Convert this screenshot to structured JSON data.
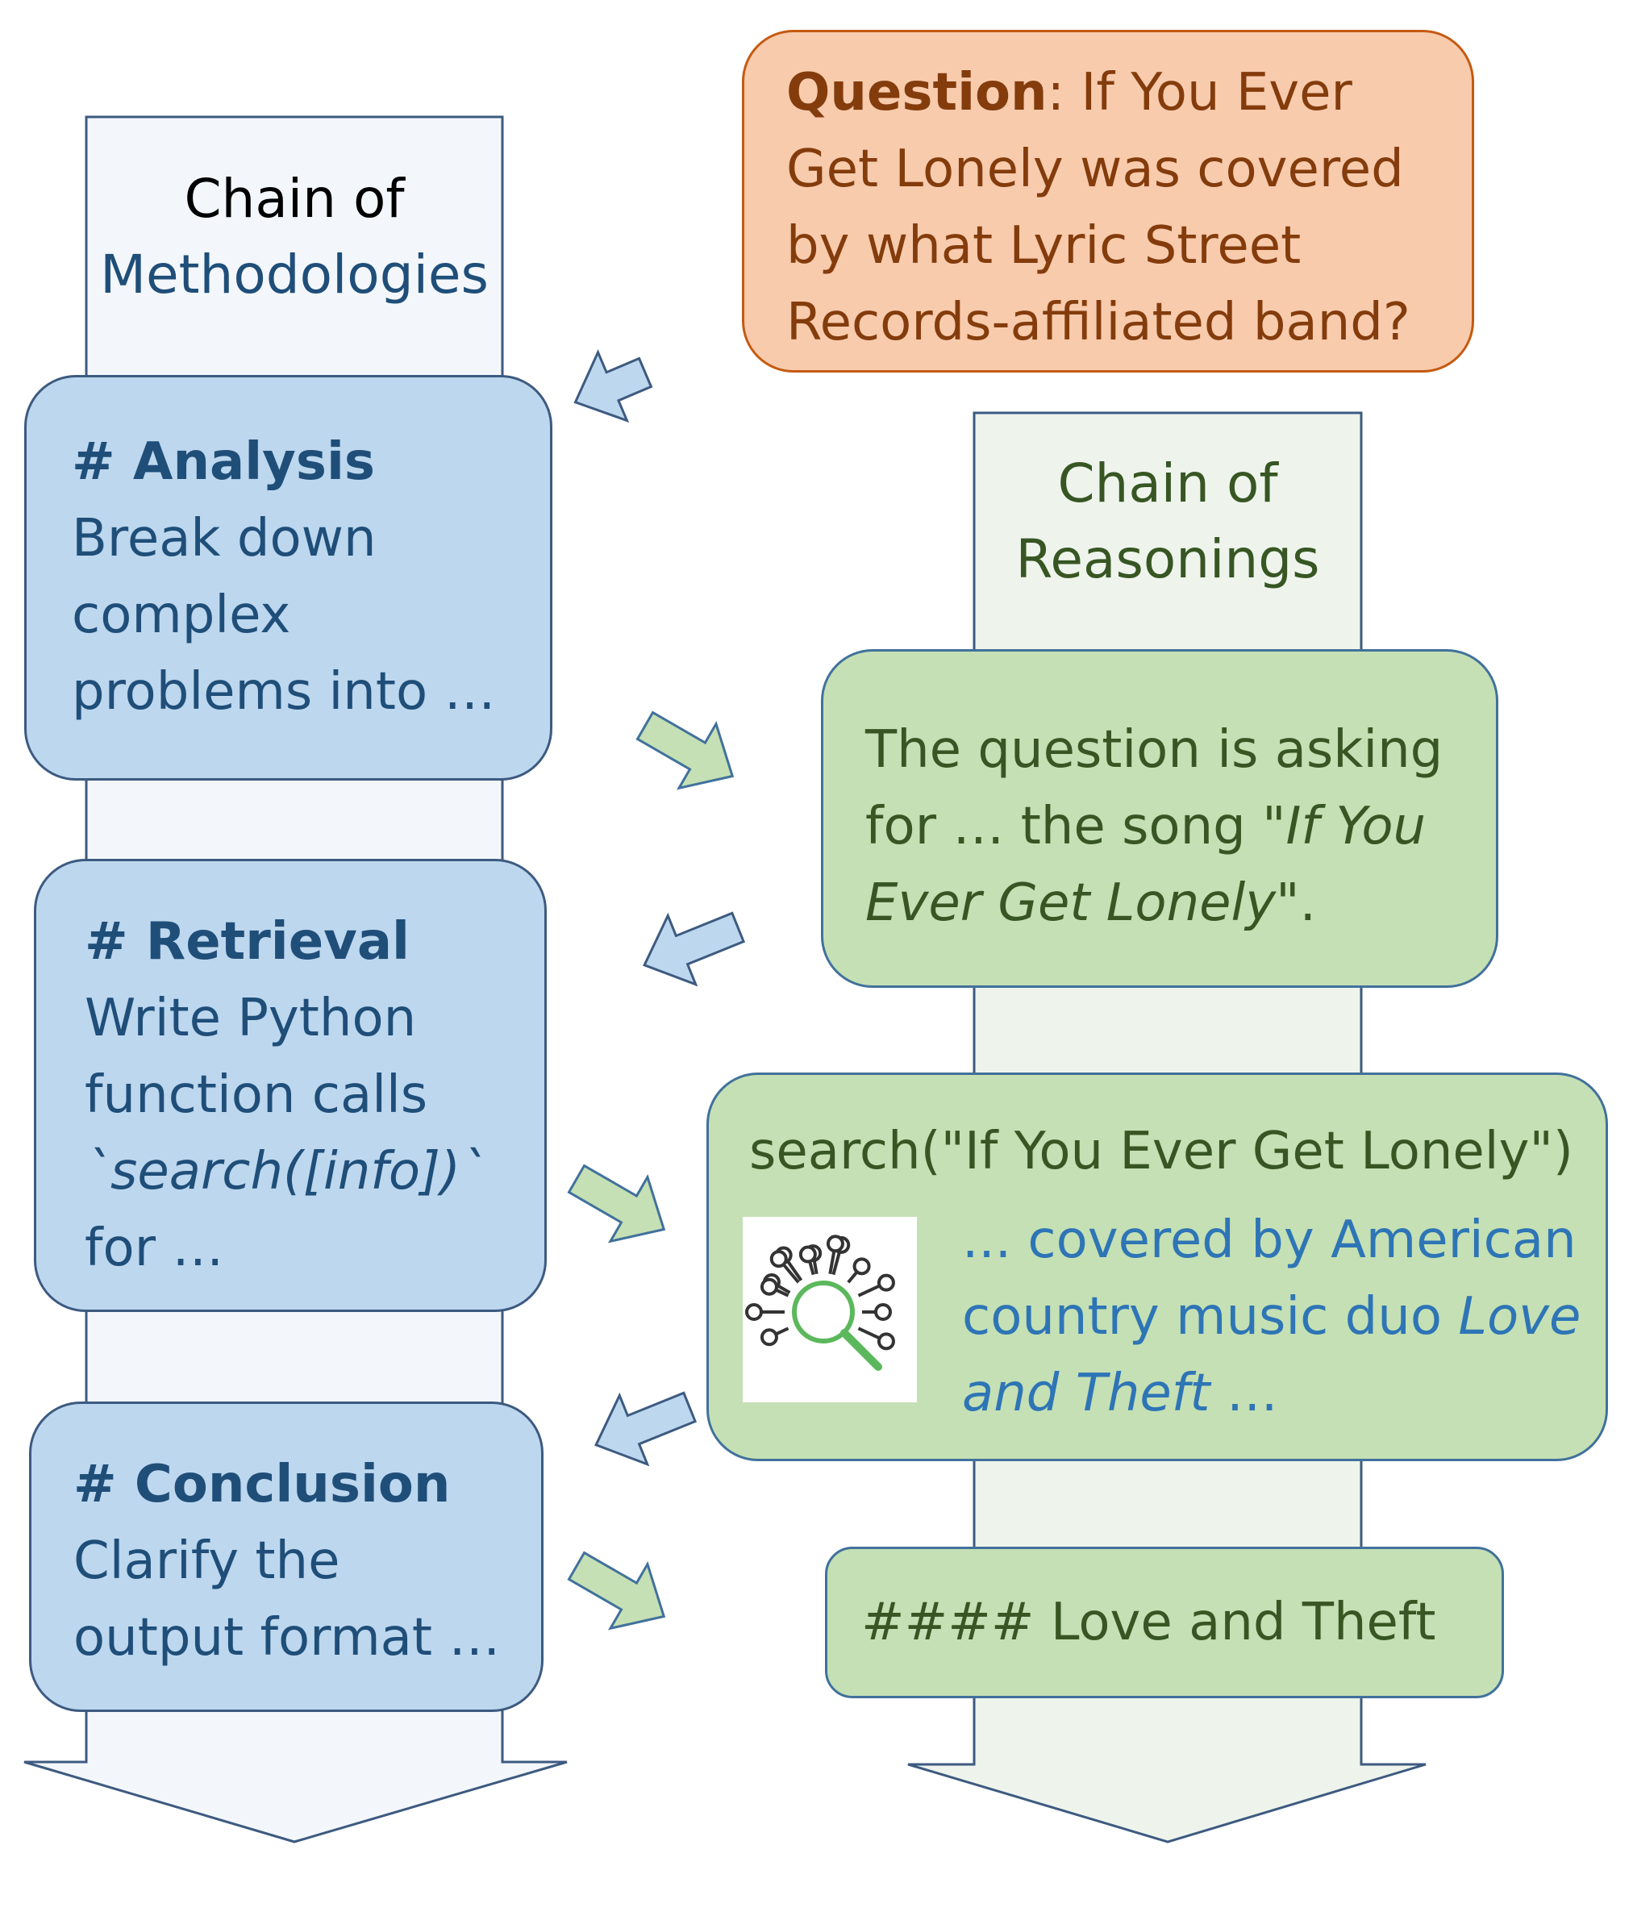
{
  "question": {
    "label": "Question",
    "text": ": If You Ever Get Lonely was covered by what Lyric Street Records-affiliated band?"
  },
  "methodologies": {
    "title_line1": "Chain of",
    "title_line2": "Methodologies",
    "steps": [
      {
        "heading": "# Analysis",
        "body": "Break down complex problems into …"
      },
      {
        "heading": "# Retrieval",
        "body_pre": "Write Python function calls ",
        "body_code": "`search([info])`",
        "body_post": " for …"
      },
      {
        "heading": "# Conclusion",
        "body": "Clarify the output format …"
      }
    ]
  },
  "reasonings": {
    "title_line1": "Chain of",
    "title_line2": "Reasonings",
    "step1": {
      "pre": "The question is asking for … the song \"",
      "song": "If You Ever Get Lonely",
      "post": "\"."
    },
    "step2": {
      "call": "search(\"If You Ever Get Lonely\")",
      "result_pre": "... covered by American country music duo ",
      "result_band": "Love and Theft",
      "result_post": " …"
    },
    "step3": {
      "answer": "#### Love and Theft"
    }
  },
  "icon": "search-network-icon",
  "colors": {
    "blue_fill": "#bdd7ee",
    "blue_text": "#1f4e79",
    "green_fill": "#c5e0b4",
    "green_text": "#375623",
    "orange_fill": "#f8cbad",
    "orange_text": "#843c0c",
    "link_text": "#2e75b6"
  }
}
